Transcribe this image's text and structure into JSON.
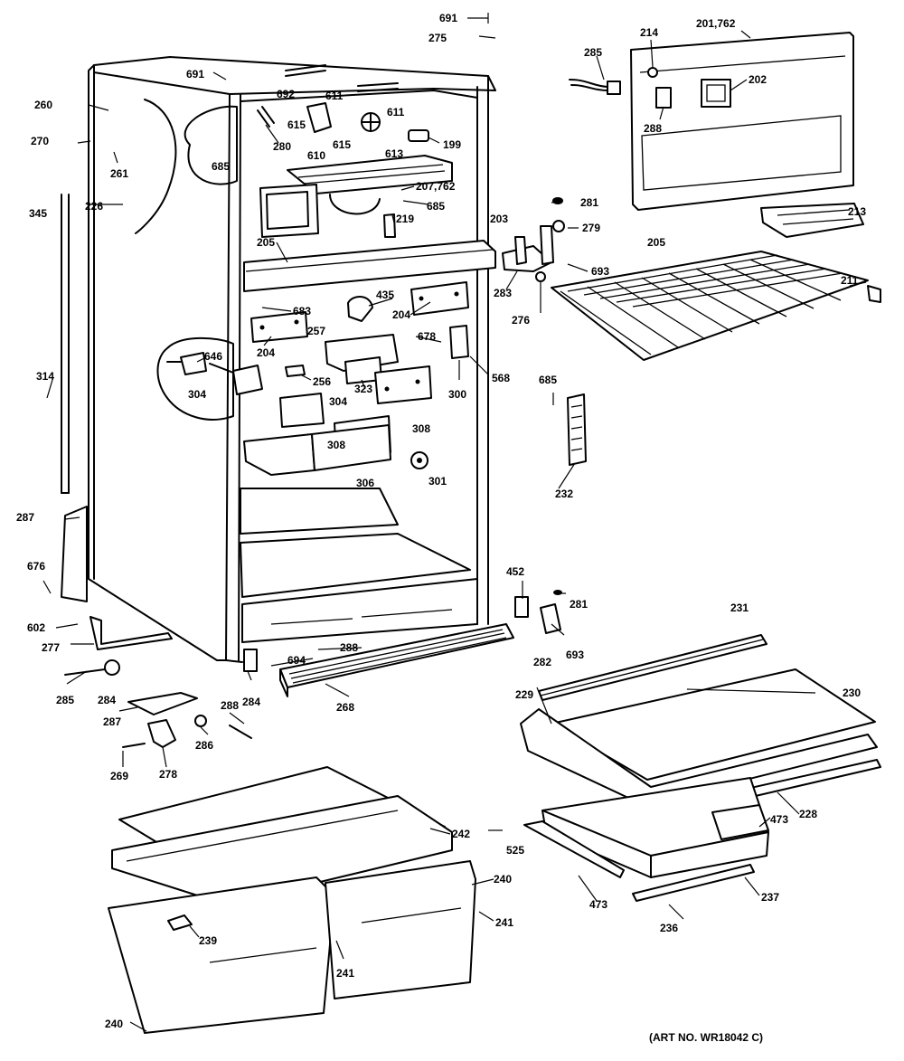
{
  "art_number": "(ART NO. WR18042 C)",
  "callouts": [
    {
      "id": "c-691-top",
      "label": "691"
    },
    {
      "id": "c-275",
      "label": "275"
    },
    {
      "id": "c-201-762",
      "label": "201,762"
    },
    {
      "id": "c-214",
      "label": "214"
    },
    {
      "id": "c-285-top",
      "label": "285"
    },
    {
      "id": "c-202",
      "label": "202"
    },
    {
      "id": "c-288-panel",
      "label": "288"
    },
    {
      "id": "c-691",
      "label": "691"
    },
    {
      "id": "c-692",
      "label": "692"
    },
    {
      "id": "c-611a",
      "label": "611"
    },
    {
      "id": "c-611b",
      "label": "611"
    },
    {
      "id": "c-260",
      "label": "260"
    },
    {
      "id": "c-270",
      "label": "270"
    },
    {
      "id": "c-261",
      "label": "261"
    },
    {
      "id": "c-280",
      "label": "280"
    },
    {
      "id": "c-615a",
      "label": "615"
    },
    {
      "id": "c-615b",
      "label": "615"
    },
    {
      "id": "c-610",
      "label": "610"
    },
    {
      "id": "c-613",
      "label": "613"
    },
    {
      "id": "c-199",
      "label": "199"
    },
    {
      "id": "c-685-a",
      "label": "685"
    },
    {
      "id": "c-207-762",
      "label": "207,762"
    },
    {
      "id": "c-685-b",
      "label": "685"
    },
    {
      "id": "c-345",
      "label": "345"
    },
    {
      "id": "c-226",
      "label": "226"
    },
    {
      "id": "c-219",
      "label": "219"
    },
    {
      "id": "c-203",
      "label": "203"
    },
    {
      "id": "c-281-a",
      "label": "281"
    },
    {
      "id": "c-279",
      "label": "279"
    },
    {
      "id": "c-213",
      "label": "213"
    },
    {
      "id": "c-205-left",
      "label": "205"
    },
    {
      "id": "c-205-shelf",
      "label": "205"
    },
    {
      "id": "c-693-a",
      "label": "693"
    },
    {
      "id": "c-283",
      "label": "283"
    },
    {
      "id": "c-211",
      "label": "211"
    },
    {
      "id": "c-276",
      "label": "276"
    },
    {
      "id": "c-683",
      "label": "683"
    },
    {
      "id": "c-435",
      "label": "435"
    },
    {
      "id": "c-204-a",
      "label": "204"
    },
    {
      "id": "c-204-b",
      "label": "204"
    },
    {
      "id": "c-257",
      "label": "257"
    },
    {
      "id": "c-678",
      "label": "678"
    },
    {
      "id": "c-568",
      "label": "568"
    },
    {
      "id": "c-314",
      "label": "314"
    },
    {
      "id": "c-646",
      "label": "646"
    },
    {
      "id": "c-256",
      "label": "256"
    },
    {
      "id": "c-323",
      "label": "323"
    },
    {
      "id": "c-300",
      "label": "300"
    },
    {
      "id": "c-685-c",
      "label": "685"
    },
    {
      "id": "c-304-a",
      "label": "304"
    },
    {
      "id": "c-304-b",
      "label": "304"
    },
    {
      "id": "c-308-a",
      "label": "308"
    },
    {
      "id": "c-308-b",
      "label": "308"
    },
    {
      "id": "c-306",
      "label": "306"
    },
    {
      "id": "c-301",
      "label": "301"
    },
    {
      "id": "c-232",
      "label": "232"
    },
    {
      "id": "c-287-top",
      "label": "287"
    },
    {
      "id": "c-676",
      "label": "676"
    },
    {
      "id": "c-452",
      "label": "452"
    },
    {
      "id": "c-281-b",
      "label": "281"
    },
    {
      "id": "c-231",
      "label": "231"
    },
    {
      "id": "c-602",
      "label": "602"
    },
    {
      "id": "c-277",
      "label": "277"
    },
    {
      "id": "c-693-b",
      "label": "693"
    },
    {
      "id": "c-282",
      "label": "282"
    },
    {
      "id": "c-694",
      "label": "694"
    },
    {
      "id": "c-288-mid",
      "label": "288"
    },
    {
      "id": "c-229",
      "label": "229"
    },
    {
      "id": "c-230",
      "label": "230"
    },
    {
      "id": "c-285-bottom",
      "label": "285"
    },
    {
      "id": "c-284-a",
      "label": "284"
    },
    {
      "id": "c-287-bottom",
      "label": "287"
    },
    {
      "id": "c-284-b",
      "label": "284"
    },
    {
      "id": "c-268",
      "label": "268"
    },
    {
      "id": "c-288-bottom",
      "label": "288"
    },
    {
      "id": "c-286",
      "label": "286"
    },
    {
      "id": "c-269",
      "label": "269"
    },
    {
      "id": "c-278",
      "label": "278"
    },
    {
      "id": "c-228",
      "label": "228"
    },
    {
      "id": "c-473-a",
      "label": "473"
    },
    {
      "id": "c-242",
      "label": "242"
    },
    {
      "id": "c-525",
      "label": "525"
    },
    {
      "id": "c-240-a",
      "label": "240"
    },
    {
      "id": "c-237",
      "label": "237"
    },
    {
      "id": "c-241-a",
      "label": "241"
    },
    {
      "id": "c-473-b",
      "label": "473"
    },
    {
      "id": "c-236",
      "label": "236"
    },
    {
      "id": "c-239",
      "label": "239"
    },
    {
      "id": "c-241-b",
      "label": "241"
    },
    {
      "id": "c-240-b",
      "label": "240"
    }
  ]
}
